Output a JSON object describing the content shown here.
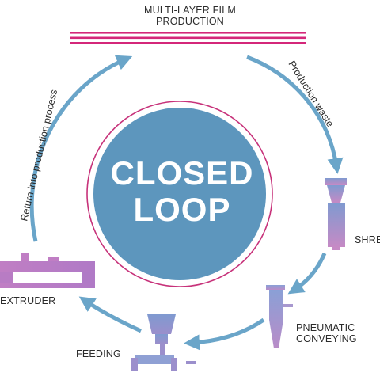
{
  "title": {
    "line1": "MULTI-LAYER FILM",
    "line2": "PRODUCTION"
  },
  "center": {
    "line1": "CLOSED",
    "line2": "LOOP"
  },
  "arrow_labels": {
    "production_waste": "Production waste",
    "return_process": "Return into production process"
  },
  "stations": {
    "shredder": "SHRE",
    "pneumatic_line1": "PNEUMATIC",
    "pneumatic_line2": "CONVEYING",
    "feeding": "FEEDING",
    "extruder": "EXTRUDER"
  },
  "colors": {
    "arrow": "#6aa5c9",
    "circle": "#5d96bd",
    "ring": "#c7327a",
    "film": "#d4277a",
    "extruder": "#b978c0",
    "machine_top": "#7f9ad0",
    "machine_bottom": "#c68ac5"
  }
}
